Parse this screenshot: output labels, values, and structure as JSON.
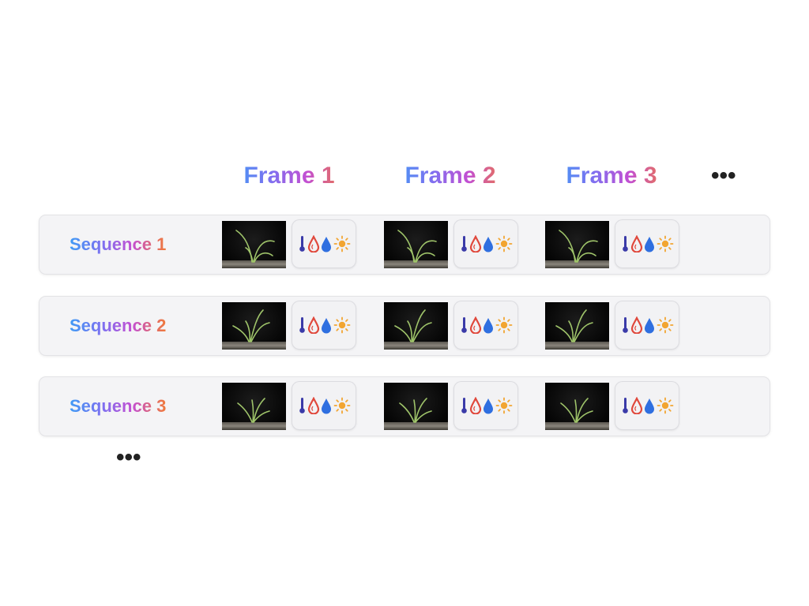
{
  "headers": {
    "frames": [
      {
        "word": "Frame",
        "num": "1"
      },
      {
        "word": "Frame",
        "num": "2"
      },
      {
        "word": "Frame",
        "num": "3"
      }
    ],
    "more_frames": "•••"
  },
  "sequences": [
    {
      "word": "Sequence",
      "num": "1"
    },
    {
      "word": "Sequence",
      "num": "2"
    },
    {
      "word": "Sequence",
      "num": "3"
    }
  ],
  "more_sequences": "•••",
  "sensor_icons": [
    "thermometer-icon",
    "humidity-drop-icon",
    "water-drop-icon",
    "sun-icon"
  ],
  "colors": {
    "gradient": [
      "#3f9bf5",
      "#7f6ff0",
      "#c34fd2",
      "#f07a3a"
    ],
    "thermometer": "#3a3aa8",
    "humidity": "#e0483c",
    "water": "#2f6fe0",
    "sun": "#f2a531"
  }
}
